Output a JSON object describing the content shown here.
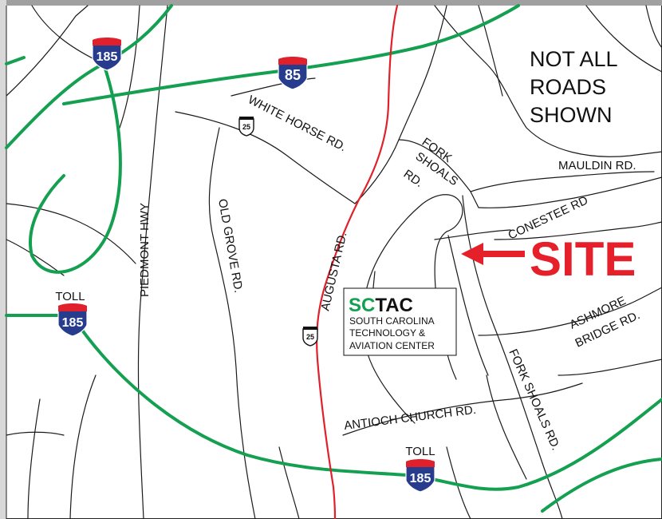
{
  "colors": {
    "interstate_blue": "#273c8c",
    "interstate_red": "#e0202a",
    "toll_green": "#14a050",
    "site_red": "#e5202a",
    "sctac_green": "#14a050"
  },
  "shields": {
    "i185_top": {
      "number": "185"
    },
    "i85": {
      "number": "85"
    },
    "i185_left": {
      "number": "185",
      "caption": "TOLL"
    },
    "i185_bottom": {
      "number": "185",
      "caption": "TOLL"
    },
    "us25_top": {
      "number": "25"
    },
    "us25_bottom": {
      "number": "25"
    }
  },
  "road_labels": {
    "white_horse": "WHITE HORSE RD.",
    "fork_shoals_1": "FORK",
    "fork_shoals_2": "SHOALS",
    "fork_shoals_3": "RD.",
    "mauldin": "MAULDIN RD.",
    "conestee": "CONESTEE RD",
    "piedmont": "PIEDMONT HWY",
    "old_grove": "OLD GROVE RD.",
    "augusta": "AUGUSTA RD.",
    "ashmore_1": "ASHMORE",
    "ashmore_2": "BRIDGE RD.",
    "antioch": "ANTIOCH CHURCH RD.",
    "fork_shoals_south": "FORK SHOALS RD."
  },
  "note": {
    "line1": "NOT ALL",
    "line2": "ROADS",
    "line3": "SHOWN"
  },
  "site": {
    "label": "SITE"
  },
  "sctac": {
    "abbr_green": "SC",
    "abbr_black": "TAC",
    "line1": "SOUTH CAROLINA",
    "line2": "TECHNOLOGY &",
    "line3": "AVIATION CENTER"
  }
}
